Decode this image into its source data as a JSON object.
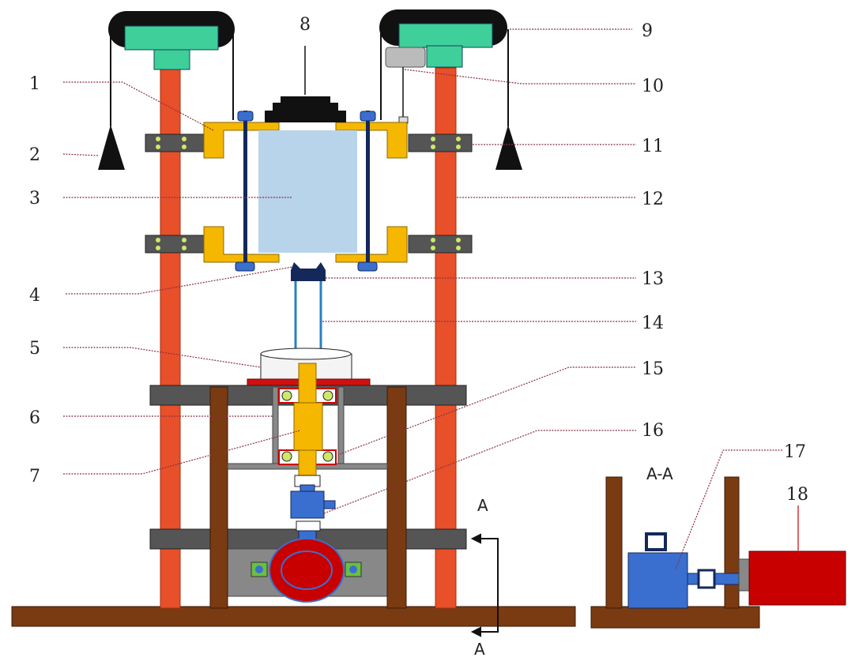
{
  "labels": {
    "l1": "1",
    "l2": "2",
    "l3": "3",
    "l4": "4",
    "l5": "5",
    "l6": "6",
    "l7": "7",
    "l8": "8",
    "l9": "9",
    "l10": "10",
    "l11": "11",
    "l12": "12",
    "l13": "13",
    "l14": "14",
    "l15": "15",
    "l16": "16",
    "l17": "17",
    "l18": "18"
  },
  "section": {
    "title": "A-A",
    "arrow_top": "A",
    "arrow_bottom": "A"
  },
  "colors": {
    "pole": "#e8502a",
    "frame": "#7a3b12",
    "clamp": "#f5b700",
    "pulley_block": "#3ecf9a",
    "sample": "#b8d4ea",
    "motor": "#c80000",
    "coupling": "#3a6fd0",
    "bracket": "#555555"
  }
}
